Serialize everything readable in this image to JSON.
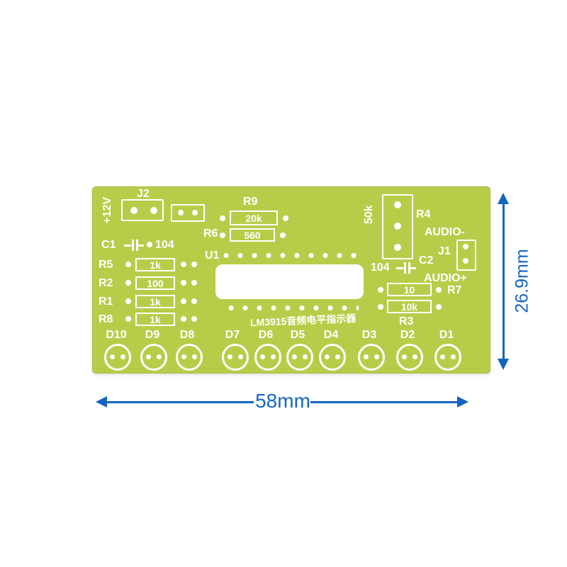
{
  "colors": {
    "pcb_green": "#b7cd49",
    "silkscreen": "#ffffff",
    "dimension_blue": "#1565c0",
    "background": "#ffffff"
  },
  "pcb": {
    "power_label": "+12V",
    "j2_label": "J2",
    "r9_label": "R9",
    "r9_value": "20k",
    "r6_label": "R6",
    "r6_value": "560",
    "pot_value": "50k",
    "r4_label": "R4",
    "audio_minus_label": "AUDIO-",
    "j1_label": "J1",
    "c1_label": "C1",
    "c1_value": "104",
    "u1_label": "U1",
    "c2_value": "104",
    "c2_label": "C2",
    "audio_plus_label": "AUDIO+",
    "r7_value": "10",
    "r7_label": "R7",
    "r3_value": "10k",
    "r3_label": "R3",
    "resistor_rows": [
      {
        "label": "R5",
        "value": "1k"
      },
      {
        "label": "R2",
        "value": "100"
      },
      {
        "label": "R1",
        "value": "1k"
      },
      {
        "label": "R8",
        "value": "1k"
      }
    ],
    "title": "LM3915音频电平指示器",
    "leds": [
      "D10",
      "D9",
      "D8",
      "D7",
      "D6",
      "D5",
      "D4",
      "D3",
      "D2",
      "D1"
    ]
  },
  "dimensions": {
    "width": "58mm",
    "height": "26.9mm"
  }
}
